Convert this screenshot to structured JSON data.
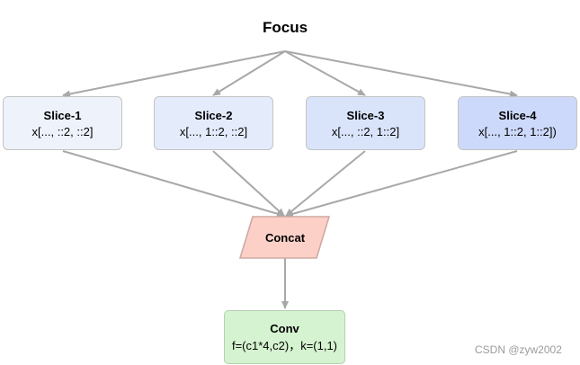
{
  "diagram": {
    "title": "Focus",
    "slices": [
      {
        "name": "Slice-1",
        "expr": "x[..., ::2, ::2]"
      },
      {
        "name": "Slice-2",
        "expr": "x[..., 1::2, ::2]"
      },
      {
        "name": "Slice-3",
        "expr": "x[..., ::2, 1::2]"
      },
      {
        "name": "Slice-4",
        "expr": "x[..., 1::2, 1::2])"
      }
    ],
    "concat": {
      "label": "Concat"
    },
    "conv": {
      "label": "Conv",
      "formula": "f=(c1*4,c2)，k=(1,1)"
    }
  },
  "colors": {
    "slice_fills": [
      "#eef2fb",
      "#e4ebfb",
      "#d9e4fb",
      "#cdd9fa"
    ],
    "slice_border": "#c4c4c4",
    "connector": "#a8a8a8",
    "concat_fill": "#fcd0c7",
    "concat_border": "#cfaaa3",
    "conv_fill": "#d5f3d0",
    "conv_border": "#b6cfb3"
  },
  "watermark": "CSDN @zyw2002"
}
